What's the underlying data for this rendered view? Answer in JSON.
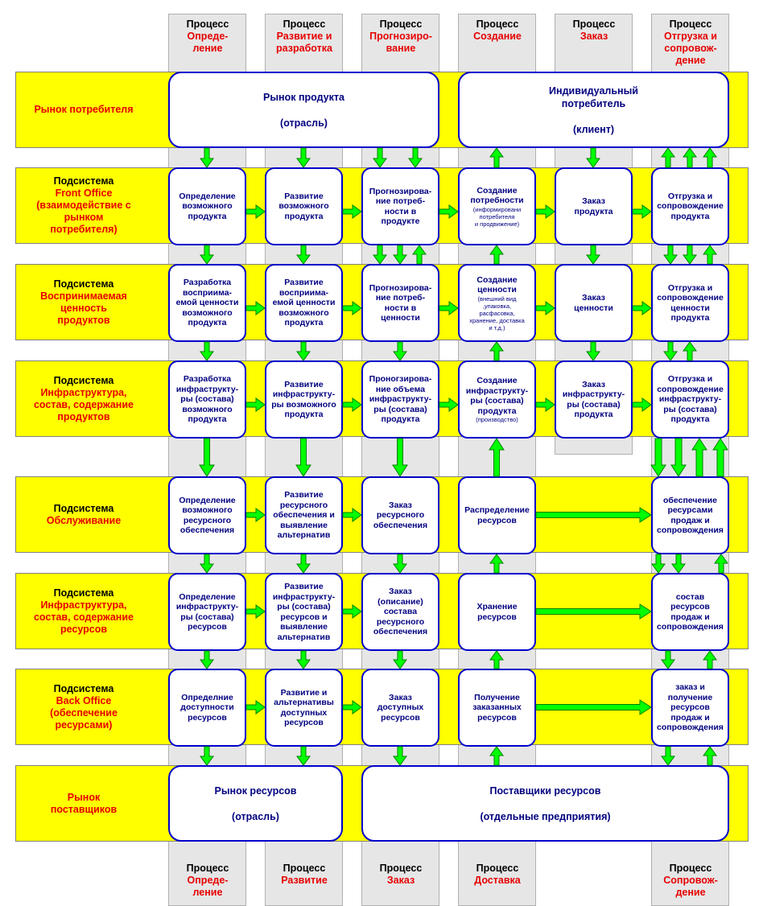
{
  "columns_top": [
    {
      "process": "Процесс",
      "name": "Опреде-\nление"
    },
    {
      "process": "Процесс",
      "name": "Развитие   и\nразработка"
    },
    {
      "process": "Процесс",
      "name": "Прогнозиро-\nвание"
    },
    {
      "process": "Процесс",
      "name": "Создание"
    },
    {
      "process": "Процесс",
      "name": "Заказ"
    },
    {
      "process": "Процесс",
      "name": "Отгрузка и\nсопровож-\nдение"
    }
  ],
  "columns_bottom": [
    {
      "process": "Процесс",
      "name": "Опреде-\nление"
    },
    {
      "process": "Процесс",
      "name": "Развитие"
    },
    {
      "process": "Процесс",
      "name": "Заказ"
    },
    {
      "process": "Процесс",
      "name": "Доставка"
    },
    {
      "process": "Процесс",
      "name": "Сопровож-\nдение"
    }
  ],
  "rows": [
    {
      "label_black": "",
      "label_red": "Рынок потребителя"
    },
    {
      "label_black": "Подсистема",
      "label_red": "Front Office\n(взаимодействие с\nрынком\nпотребителя)"
    },
    {
      "label_black": "Подсистема",
      "label_red": "Воспринимаемая\nценность\nпродуктов"
    },
    {
      "label_black": "Подсистема",
      "label_red": "Инфраструктура,\nсостав, содержание\nпродуктов"
    },
    {
      "label_black": "Подсистема",
      "label_red": "Обслуживание"
    },
    {
      "label_black": "Подсистема",
      "label_red": "Инфраструктура,\nсостав, содержание\nресурсов"
    },
    {
      "label_black": "Подсистема",
      "label_red": "Back Office\n(обеспечение\nресурсами)"
    },
    {
      "label_black": "",
      "label_red": "Рынок\nпоставщиков"
    }
  ],
  "market_boxes": {
    "product_market": {
      "title": "Рынок продукта",
      "sub": "(отрасль)"
    },
    "individual_consumer": {
      "title": "Индивидуальный\nпотребитель",
      "sub": "(клиент)"
    },
    "resource_market": {
      "title": "Рынок ресурсов",
      "sub": "(отрасль)"
    },
    "resource_suppliers": {
      "title": "Поставщики ресурсов",
      "sub": "(отдельные предприятия)"
    }
  },
  "front_office": [
    {
      "text": "Определение\nвозможного\nпродукта"
    },
    {
      "text": "Развитие\nвозможного\nпродукта"
    },
    {
      "text": "Прогнозирова-\nние потреб-\nности в\nпродукте"
    },
    {
      "text": "Создание\nпотребности",
      "note": "(информировани\nпотребителя\nи продвижение)"
    },
    {
      "text": "Заказ\nпродукта"
    },
    {
      "text": "Отгрузка   и\nсопровождение\nпродукта"
    }
  ],
  "perceived_value": [
    {
      "text": "Разработка\nвосприима-\nемой ценности\nвозможного\nпродукта"
    },
    {
      "text": "Развитие\nвосприима-\nемой ценности\nвозможного\nпродукта"
    },
    {
      "text": "Прогнозирова-\nние потреб-\nности   в\nценности"
    },
    {
      "text": "Создание\nценности",
      "note": "(внешний вид\n,упаковка,\nрасфасовка,\nхранение, доставка\nи т.д.)"
    },
    {
      "text": "Заказ\nценности"
    },
    {
      "text": "Отгрузка   и\nсопровождение\nценности\nпродукта"
    }
  ],
  "product_infra": [
    {
      "text": "Разработка\nинфраструкту-\nры (состава)\nвозможного\nпродукта"
    },
    {
      "text": "Развитие\nинфраструкту-\nры возможного\nпродукта"
    },
    {
      "text": "Проногзирова-\nние объема\nинфраструкту-\nры (состава)\nпродукта"
    },
    {
      "text": "Создание\nинфраструкту-\nры (состава)\nпродукта",
      "note": "(производство)"
    },
    {
      "text": "Заказ\nинфраструкту-\nры (состава)\nпродукта"
    },
    {
      "text": "Отгрузка   и\nсопровождение\nинфраструкту-\nры (состава)\nпродукта"
    }
  ],
  "service": [
    {
      "text": "Определение\nвозможного\nресурсного\nобеспечения"
    },
    {
      "text": "Развитие\nресурсного\nобеспечения и\nвыявление\nальтернатив"
    },
    {
      "text": "Заказ\nресурсного\nобеспечения"
    },
    {
      "text": "Распределение\nресурсов"
    },
    {
      "text": "обеспечение\nресурсами\nпродаж и\nсопровождения"
    }
  ],
  "resource_infra": [
    {
      "text": "Определение\nинфраструкту-\nры (состава)\nресурсов"
    },
    {
      "text": "Развитие\nинфраструкту-\nры (состава)\nресурсов и\nвыявление\nальтернатив"
    },
    {
      "text": "Заказ\n(описание)\nсостава\nресурсного\nобеспечения"
    },
    {
      "text": "Хранение\nресурсов"
    },
    {
      "text": "состав\nресурсов\nпродаж и\nсопровождения"
    }
  ],
  "back_office": [
    {
      "text": "Определние\nдоступности\nресурсов"
    },
    {
      "text": "Развитие и\nальтернативы\nдоступных\nресурсов"
    },
    {
      "text": "Заказ\nдоступных\nресурсов"
    },
    {
      "text": "Получение\nзаказанных\nресурсов"
    },
    {
      "text": "заказ и\nполучение\nресурсов\nпродаж и\nсопровождения"
    }
  ],
  "colors": {
    "row_bg": "#ffff00",
    "column_bg": "#e6e6e6",
    "box_border": "#0000cc",
    "box_text": "#000080",
    "red_text": "#e60000",
    "arrow_fill": "#00ff00",
    "arrow_stroke": "#008000"
  }
}
